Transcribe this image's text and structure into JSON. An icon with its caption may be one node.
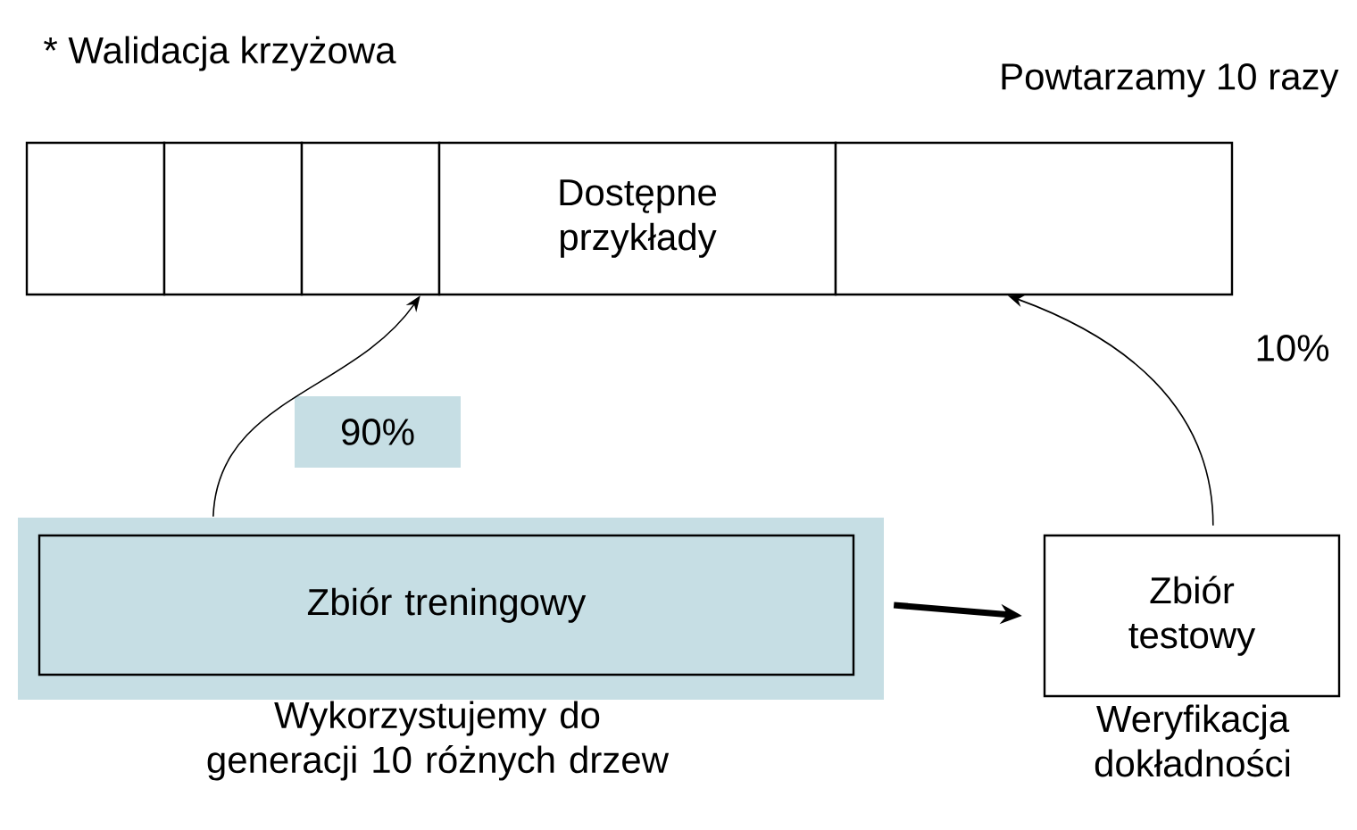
{
  "diagram": {
    "title": "* Walidacja krzyżowa",
    "nodes": [
      {
        "text": [],
        "shape": "box"
      },
      {
        "text": [],
        "shape": "box"
      },
      {
        "text": [],
        "shape": "box"
      },
      {
        "text": [
          "Dostępne przykłady"
        ]
      },
      {
        "text": [],
        "shape": "box"
      },
      {
        "text": [
          "90%"
        ]
      },
      {
        "text": [
          "Zbiór treningowy"
        ],
        "beside": [
          "Wykorzystujemy do generacji 10 różnych drzew"
        ]
      },
      {
        "text": [
          "Zbiór testowy"
        ],
        "beside": [
          "Weryfikacja dokładności"
        ]
      }
    ],
    "edges": [
      {
        "from": 6,
        "to": 2,
        "arrow": "to"
      },
      {
        "from": 7,
        "to": 4,
        "arrow": "to"
      },
      {
        "from": 6,
        "to": 7,
        "arrow": "to",
        "style": "thick"
      }
    ],
    "labels": [
      "Powtarzamy 10 razy",
      "10%"
    ]
  }
}
